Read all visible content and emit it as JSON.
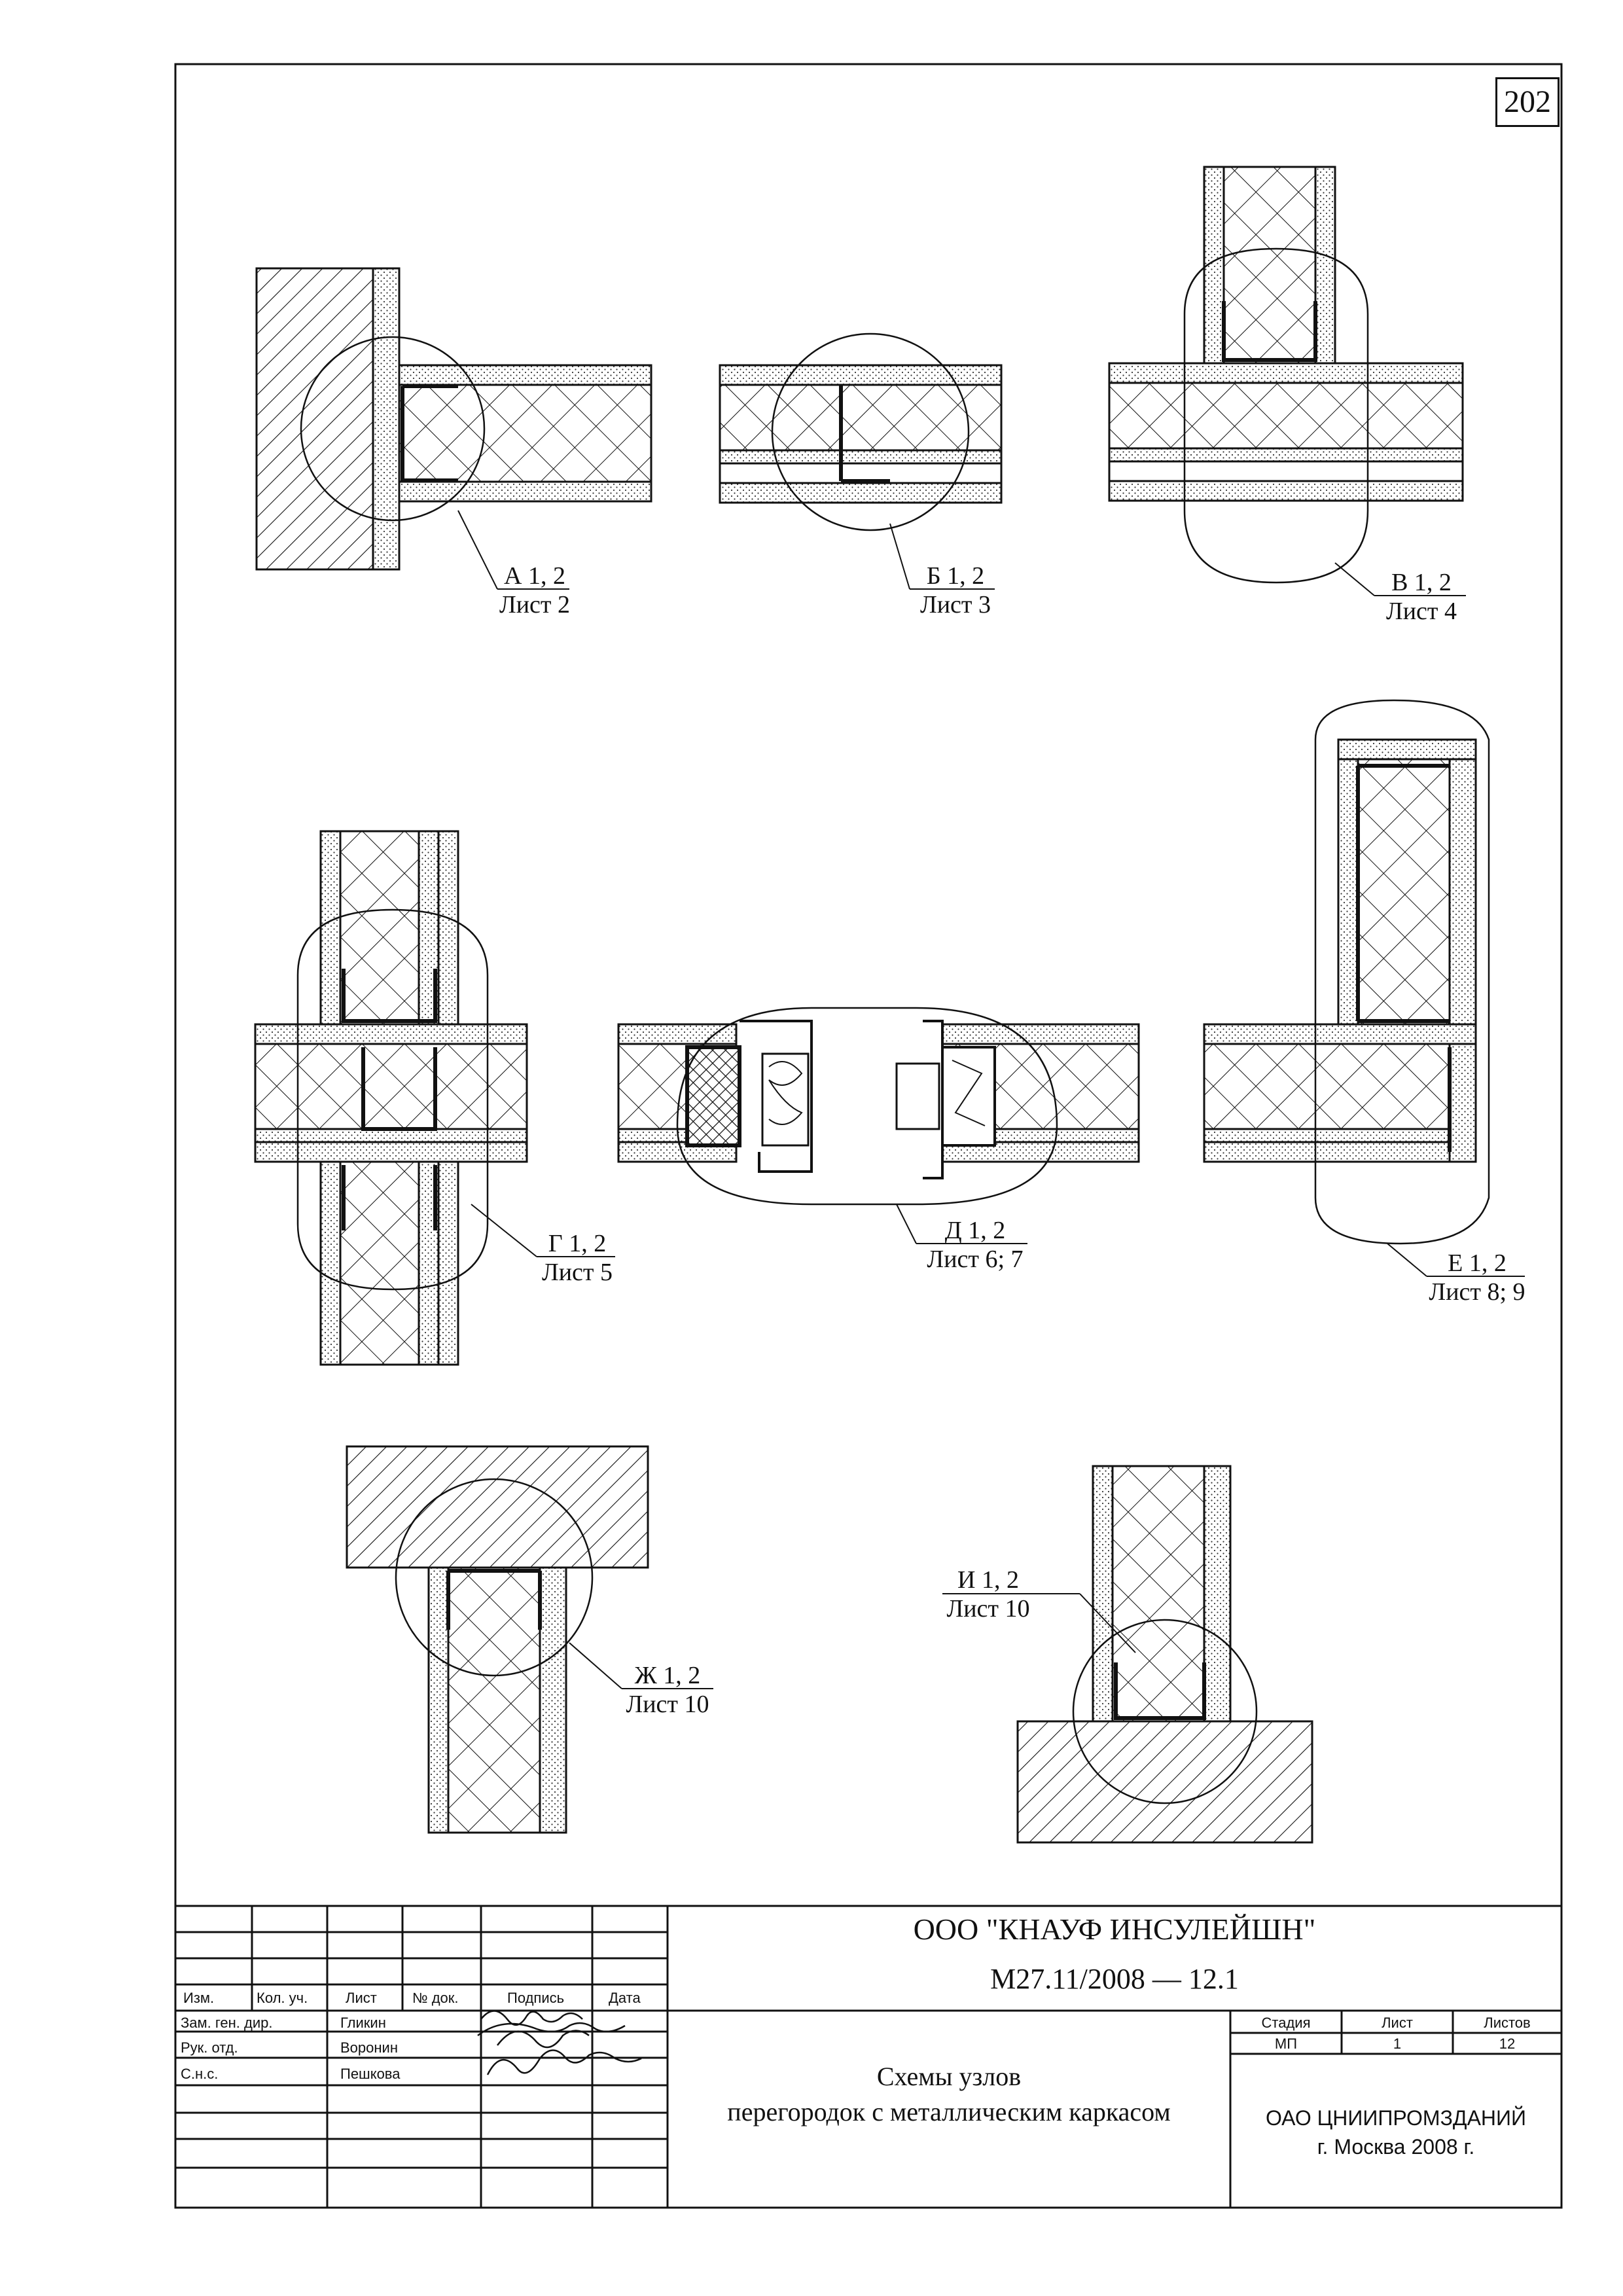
{
  "sheet_number": "202",
  "nodes": [
    {
      "code": "А 1, 2",
      "sheet": "Лист 2"
    },
    {
      "code": "Б 1, 2",
      "sheet": "Лист 3"
    },
    {
      "code": "В 1, 2",
      "sheet": "Лист 4"
    },
    {
      "code": "Г 1, 2",
      "sheet": "Лист 5"
    },
    {
      "code": "Д 1, 2",
      "sheet": "Лист 6; 7"
    },
    {
      "code": "Е 1, 2",
      "sheet": "Лист 8; 9"
    },
    {
      "code": "Ж 1, 2",
      "sheet": "Лист 10"
    },
    {
      "code": "И 1, 2",
      "sheet": "Лист 10"
    }
  ],
  "title_block": {
    "company": "ООО \"КНАУФ ИНСУЛЕЙШН\"",
    "doc_code": "М27.11/2008 — 12.1",
    "drawing_title_line1": "Схемы узлов",
    "drawing_title_line2": "перегородок с металлическим каркасом",
    "headers": {
      "izm": "Изм.",
      "kol_uch": "Кол. уч.",
      "list": "Лист",
      "doc_no": "№ док.",
      "signature": "Подпись",
      "date": "Дата"
    },
    "roles": [
      {
        "role": "Зам. ген. дир.",
        "name": "Гликин"
      },
      {
        "role": "Рук. отд.",
        "name": "Воронин"
      },
      {
        "role": "С.н.с.",
        "name": "Пешкова"
      }
    ],
    "stage_header": "Стадия",
    "sheet_header": "Лист",
    "sheets_header": "Листов",
    "stage": "МП",
    "sheet": "1",
    "sheets": "12",
    "organization": "ОАО ЦНИИПРОМЗДАНИЙ",
    "city_year": "г. Москва 2008 г."
  }
}
